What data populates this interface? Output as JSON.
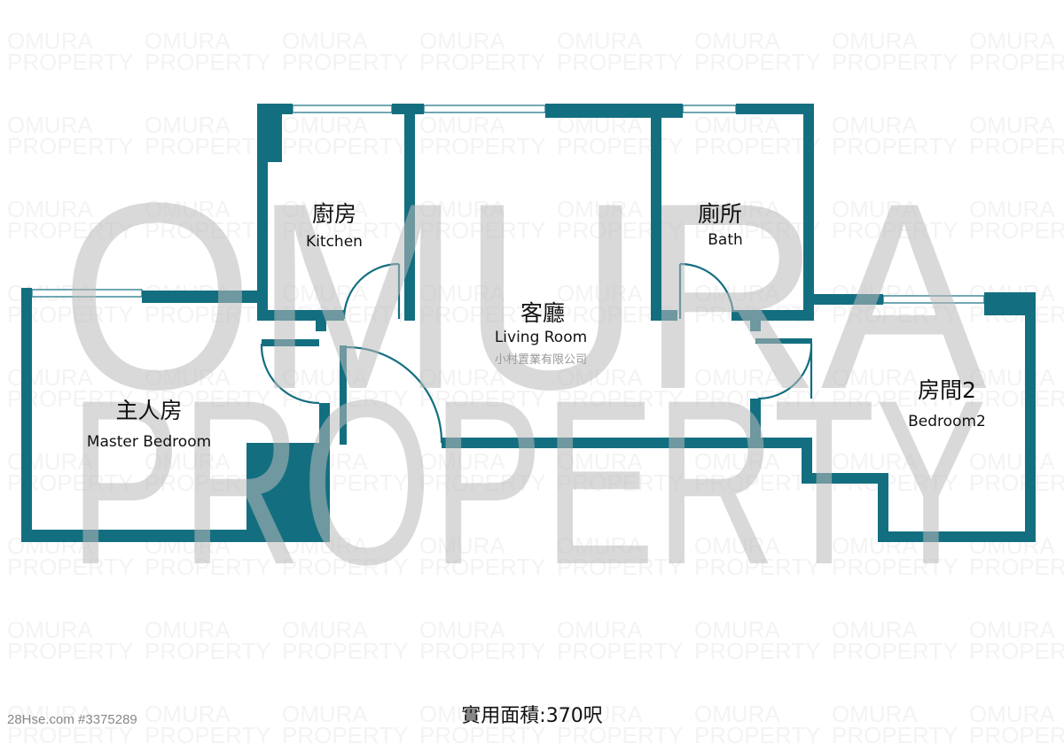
{
  "watermark": {
    "line1": "OMURA",
    "line2": "PROPERTY"
  },
  "rooms": {
    "kitchen": {
      "cn": "廚房",
      "en": "Kitchen"
    },
    "bath": {
      "cn": "廁所",
      "en": "Bath"
    },
    "living": {
      "cn": "客廳",
      "en": "Living Room",
      "overlay": "小村置業有限公司"
    },
    "master": {
      "cn": "主人房",
      "en": "Master Bedroom"
    },
    "bedroom2": {
      "cn": "房間2",
      "en": "Bedroom2"
    }
  },
  "footer": {
    "area": "實用面積:370呎",
    "listing": "28Hse.com #3375289"
  },
  "colors": {
    "wall": "#136f80"
  }
}
